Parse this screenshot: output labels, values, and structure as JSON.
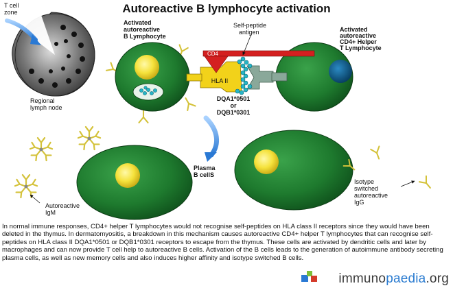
{
  "title": "Autoreactive B lymphocyte activation",
  "labels": {
    "t_cell_zone_1": "T cell",
    "t_cell_zone_2": "zone",
    "regional_1": "Regional",
    "regional_2": "lymph node",
    "activated_b_1": "Activated",
    "activated_b_2": "autoreactive",
    "activated_b_3": "B Lymphocyte",
    "self_peptide_1": "Self-peptide",
    "self_peptide_2": "antigen",
    "activated_t_1": "Activated",
    "activated_t_2": "autoreactive",
    "activated_t_3": "CD4+ Helper",
    "activated_t_4": "T Lymphocyte",
    "cd4": "CD4",
    "hla": "HLA II",
    "dqa": "DQA1*0501",
    "or": "or",
    "dqb": "DQB1*0301",
    "plasma_1": "Plasma",
    "plasma_2": "B cellS",
    "isotype_1": "Isotype",
    "isotype_2": "switched",
    "isotype_3": "autoreactive",
    "isotype_4": "IgG",
    "igm_1": "Autoreactive",
    "igm_2": "IgM"
  },
  "caption": "In normal immune responses, CD4+ helper T lymphocytes would not recognise self-peptides on HLA class II receptors since they would have been deleted in the thymus. In dermatomyositis, a breakdown in this mechanism causes autoreactive CD4+ helper T lymphocytes that can recognise self-peptides on HLA class II DQA1*0501 or DQB1*0301 receptors to escape from the thymus. These cells are activated by dendritic cells and later by macrophages and can now provide T cell help to autoreactive B cells. Activation of the B cells leads to the generation of autoimmune antibody secreting plasma cells, as well as new memory cells and also induces higher affinity and isotype switched B cells.",
  "brand": {
    "prefix": "immuno",
    "accent": "paedia",
    "suffix": ".org"
  },
  "colors": {
    "cell_green": "#1e7a2e",
    "cell_dark": "#0e4d1a",
    "nucleus_yellow": "#f5e23c",
    "t_nucleus_blue": "#0b5a8a",
    "hla_yellow": "#f2d21a",
    "cd4_red": "#d42020",
    "tcr_grey": "#8aa89a",
    "antibody": "#d4c23a",
    "arrow_blue": "#3d8fe0"
  }
}
